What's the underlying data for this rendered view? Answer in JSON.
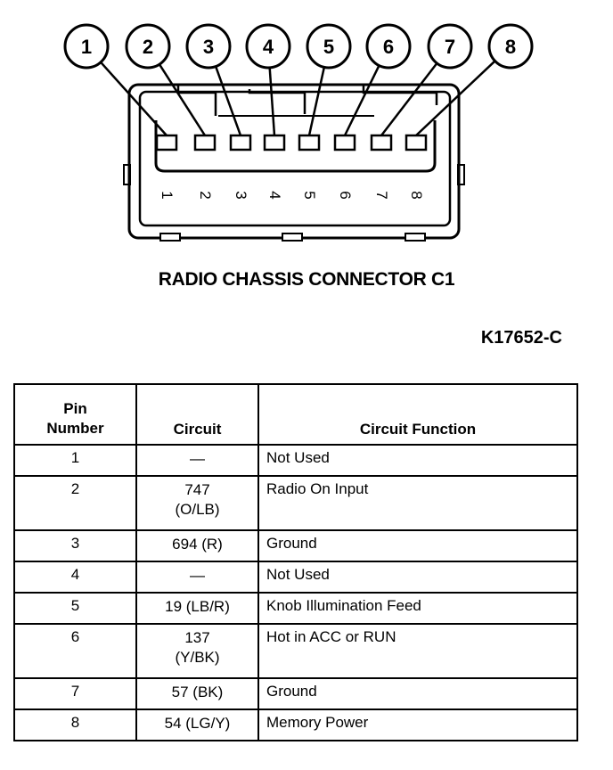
{
  "connector": {
    "callouts": [
      "1",
      "2",
      "3",
      "4",
      "5",
      "6",
      "7",
      "8"
    ],
    "pin_labels": [
      "1",
      "2",
      "3",
      "4",
      "5",
      "6",
      "7",
      "8"
    ]
  },
  "caption": "RADIO CHASSIS CONNECTOR C1",
  "figure_id": "K17652-C",
  "table": {
    "headers": {
      "pin": [
        "Pin",
        "Number"
      ],
      "circuit": "Circuit",
      "function": "Circuit Function"
    },
    "rows": [
      {
        "pin": "1",
        "circuit": [
          "—"
        ],
        "function": "Not Used"
      },
      {
        "pin": "2",
        "circuit": [
          "747",
          "(O/LB)"
        ],
        "function": "Radio On Input"
      },
      {
        "pin": "3",
        "circuit": [
          "694 (R)"
        ],
        "function": "Ground"
      },
      {
        "pin": "4",
        "circuit": [
          "—"
        ],
        "function": "Not Used"
      },
      {
        "pin": "5",
        "circuit": [
          "19 (LB/R)"
        ],
        "function": "Knob Illumination Feed"
      },
      {
        "pin": "6",
        "circuit": [
          "137",
          "(Y/BK)"
        ],
        "function": "Hot in ACC or RUN"
      },
      {
        "pin": "7",
        "circuit": [
          "57 (BK)"
        ],
        "function": "Ground"
      },
      {
        "pin": "8",
        "circuit": [
          "54 (LG/Y)"
        ],
        "function": "Memory Power"
      }
    ]
  }
}
